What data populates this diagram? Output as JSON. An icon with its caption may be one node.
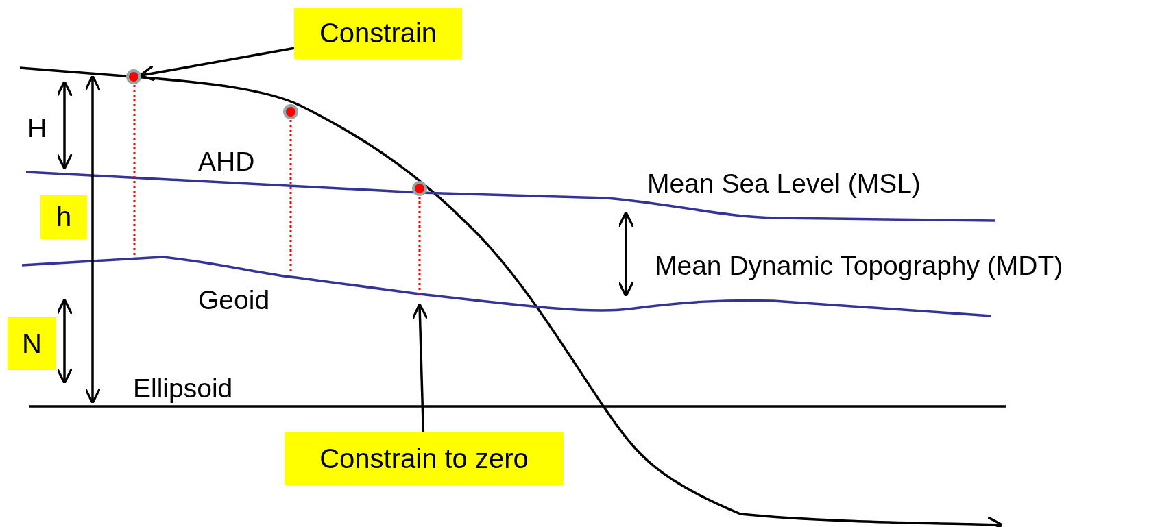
{
  "diagram": {
    "nodes": [
      {
        "text": [
          "Constrain"
        ]
      },
      {
        "text": [],
        "shape": "circle"
      },
      {
        "text": [],
        "shape": "circle"
      },
      {
        "text": [
          "h"
        ]
      },
      {
        "text": [],
        "shape": "circle"
      },
      {
        "text": [
          "N"
        ]
      },
      {
        "text": [
          "Constrain to zero"
        ]
      }
    ],
    "edges": [
      {
        "from": 0,
        "to": 1,
        "arrow": "to"
      },
      {
        "from": 6,
        "to": null,
        "arrow": "to"
      }
    ],
    "labels": [
      "H",
      "AHD",
      "Mean Sea Level (MSL)",
      "Mean Dynamic Topography (MDT)",
      "Geoid",
      "Ellipsoid"
    ]
  }
}
